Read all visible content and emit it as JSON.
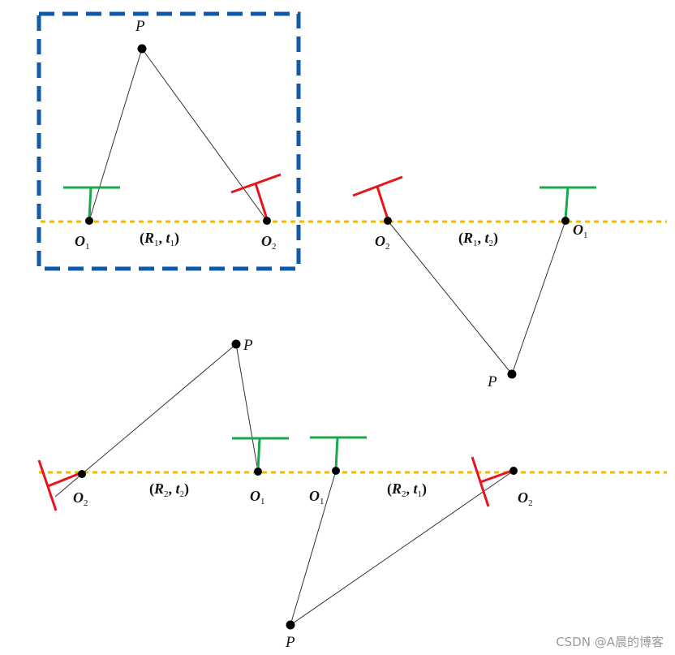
{
  "diagram": {
    "point_label": "P",
    "camera_1": {
      "letter": "O",
      "index": "1"
    },
    "camera_2": {
      "letter": "O",
      "index": "2"
    },
    "colors": {
      "highlight_box": "#0f5aa8",
      "baseline": "#f5b800",
      "camera_1": "#1aa84b",
      "camera_2": "#e8141b",
      "ray": "#333333",
      "node": "#000000"
    },
    "panels": [
      {
        "id": "top-left",
        "R": "R",
        "R_index": "1",
        "t": "t",
        "t_index": "1",
        "highlighted": true
      },
      {
        "id": "top-right",
        "R": "R",
        "R_index": "1",
        "t": "t",
        "t_index": "2",
        "highlighted": false
      },
      {
        "id": "bottom-left",
        "R": "R",
        "R_index": "2",
        "t": "t",
        "t_index": "2",
        "highlighted": false
      },
      {
        "id": "bottom-right",
        "R": "R",
        "R_index": "2",
        "t": "t",
        "t_index": "1",
        "highlighted": false
      }
    ]
  },
  "watermark": "CSDN @A晨的博客"
}
